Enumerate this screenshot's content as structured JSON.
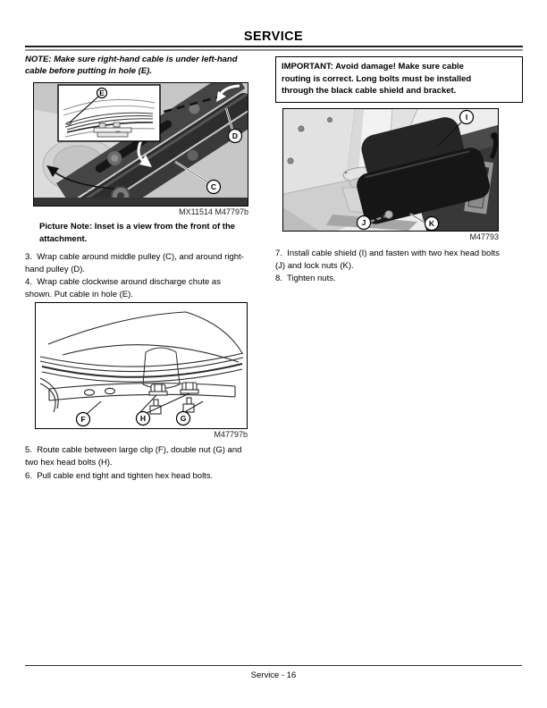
{
  "header": {
    "title": "SERVICE"
  },
  "footer": {
    "text": "Service - 16"
  },
  "left": {
    "note_lines": [
      "NOTE: Make sure right-hand cable is under left-hand",
      "cable before putting in hole (E)."
    ],
    "figure1": {
      "caption": "MX11514 M47797b",
      "callouts": {
        "e": "E",
        "d": "D",
        "c": "C"
      }
    },
    "picture_note_lines": [
      "Picture Note: Inset is a view from the front of the",
      "attachment."
    ],
    "step3_lines": [
      "3.  Wrap cable around middle pulley (C), and around right-",
      "hand pulley (D)."
    ],
    "step4_lines": [
      "4.  Wrap cable clockwise around discharge chute as",
      "shown. Put cable in hole (E)."
    ],
    "figure2": {
      "caption": "M47797b",
      "callouts": {
        "f": "F",
        "h": "H",
        "g": "G"
      }
    },
    "step5_lines": [
      "5.  Route cable between large clip (F), double nut (G) and",
      "two hex head bolts (H)."
    ],
    "step6_lines": [
      "6.  Pull cable end tight and tighten hex head bolts."
    ]
  },
  "right": {
    "important_lines": [
      "IMPORTANT: Avoid damage! Make sure cable",
      "routing is correct. Long bolts must be installed",
      "through the black cable shield and bracket."
    ],
    "figure3": {
      "caption": "M47793",
      "callouts": {
        "i": "I",
        "j": "J",
        "k": "K"
      }
    },
    "step7_lines": [
      "7.  Install cable shield (I) and fasten with two hex head bolts",
      "(J) and lock nuts (K)."
    ],
    "step8_lines": [
      "8.  Tighten nuts."
    ]
  }
}
